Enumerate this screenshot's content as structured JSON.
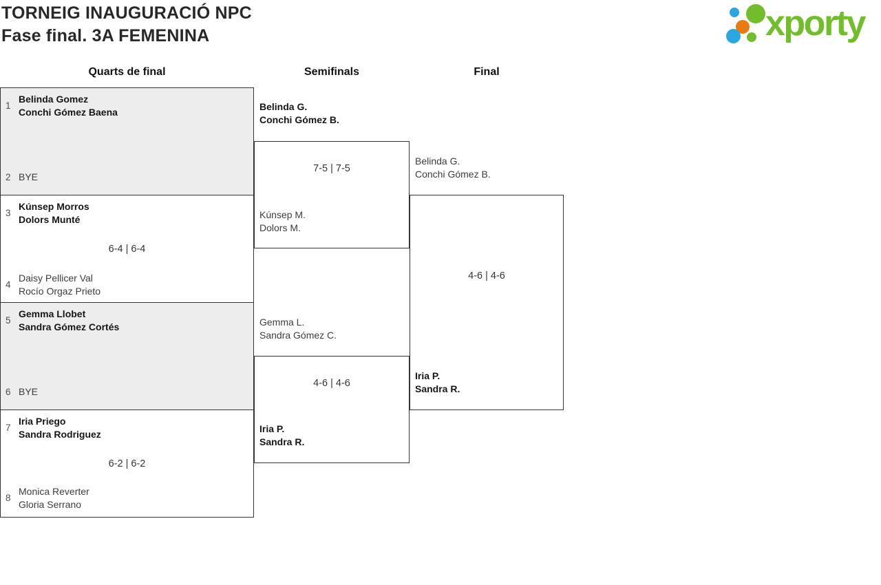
{
  "header": {
    "title_line1": "TORNEIG INAUGURACIÓ NPC",
    "title_line2": "Fase final. 3A FEMENINA"
  },
  "logo": {
    "text": "xporty",
    "colors": {
      "green": "#72bd2b",
      "blue": "#2aa7e0",
      "orange": "#e87c12"
    },
    "dots": [
      "blue-small",
      "green-large",
      "orange",
      "blue-large",
      "green-small"
    ]
  },
  "columns": {
    "quarterfinals": "Quarts de final",
    "semifinals": "Semifinals",
    "final": "Final"
  },
  "qf": [
    {
      "score": "",
      "p1": {
        "seed": "1",
        "line1": "Belinda Gomez",
        "line2": "Conchi Gómez Baena",
        "winner": true
      },
      "p2": {
        "seed": "2",
        "line1": "BYE",
        "line2": "",
        "winner": false
      }
    },
    {
      "score": "6-4 | 6-4",
      "p1": {
        "seed": "3",
        "line1": "Kúnsep Morros",
        "line2": "Dolors Munté",
        "winner": true
      },
      "p2": {
        "seed": "4",
        "line1": "Daisy Pellicer Val",
        "line2": "Rocío Orgaz Prieto",
        "winner": false
      }
    },
    {
      "score": "",
      "p1": {
        "seed": "5",
        "line1": "Gemma Llobet",
        "line2": "Sandra Gómez Cortés",
        "winner": true
      },
      "p2": {
        "seed": "6",
        "line1": "BYE",
        "line2": "",
        "winner": false
      }
    },
    {
      "score": "6-2 | 6-2",
      "p1": {
        "seed": "7",
        "line1": "Iria Priego",
        "line2": "Sandra Rodriguez",
        "winner": true
      },
      "p2": {
        "seed": "8",
        "line1": "Monica Reverter",
        "line2": "Gloria Serrano",
        "winner": false
      }
    }
  ],
  "sf": [
    {
      "score": "7-5 | 7-5",
      "p1": {
        "line1": "Belinda G.",
        "line2": "Conchi Gómez B.",
        "winner": true
      },
      "p2": {
        "line1": "Kúnsep M.",
        "line2": "Dolors M.",
        "winner": false
      }
    },
    {
      "score": "4-6 | 4-6",
      "p1": {
        "line1": "Gemma L.",
        "line2": "Sandra Gómez C.",
        "winner": false
      },
      "p2": {
        "line1": "Iria P.",
        "line2": "Sandra R.",
        "winner": true
      }
    }
  ],
  "final": {
    "score": "4-6 | 4-6",
    "p1": {
      "line1": "Belinda G.",
      "line2": "Conchi Gómez B.",
      "winner": false
    },
    "p2": {
      "line1": "Iria P.",
      "line2": "Sandra R.",
      "winner": true
    }
  }
}
